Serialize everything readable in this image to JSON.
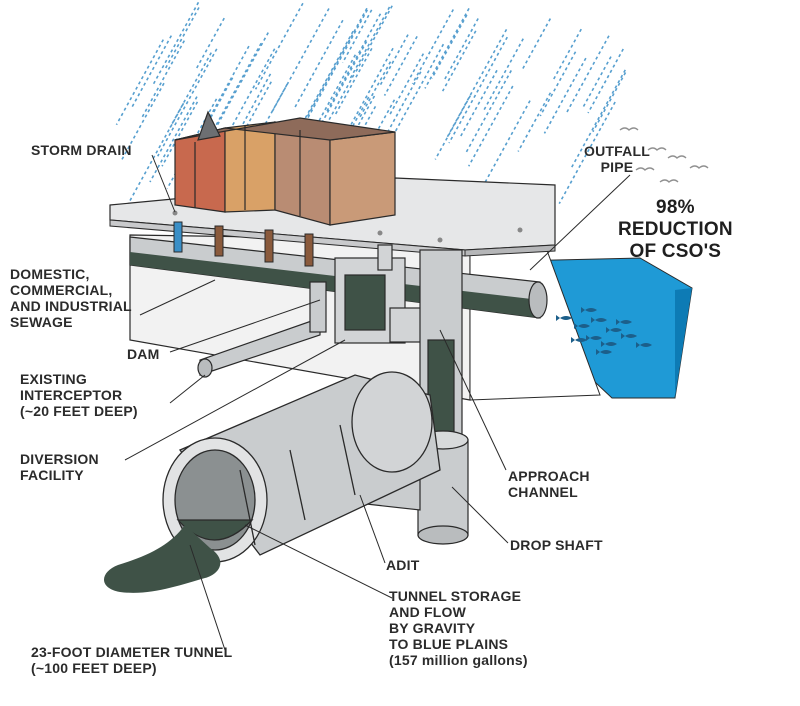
{
  "labels": {
    "storm_drain": "STORM DRAIN",
    "outfall_pipe": [
      "OUTFALL",
      "PIPE"
    ],
    "cso_reduction": [
      "98%",
      "REDUCTION",
      "OF CSO'S"
    ],
    "sewage": [
      "DOMESTIC,",
      "COMMERCIAL,",
      "AND INDUSTRIAL",
      "SEWAGE"
    ],
    "dam": "DAM",
    "existing_interceptor": [
      "EXISTING",
      "INTERCEPTOR",
      "(~20 FEET DEEP)"
    ],
    "diversion_facility": [
      "DIVERSION",
      "FACILITY"
    ],
    "approach_channel": [
      "APPROACH",
      "CHANNEL"
    ],
    "drop_shaft": "DROP SHAFT",
    "adit": "ADIT",
    "tunnel_storage": [
      "TUNNEL STORAGE",
      "AND FLOW",
      "BY GRAVITY",
      "TO BLUE PLAINS",
      "(157 million gallons)"
    ],
    "tunnel_diameter": [
      "23-FOOT DIAMETER TUNNEL",
      "(~100 FEET DEEP)"
    ]
  },
  "colors": {
    "rain": "#3a8fc7",
    "water": "#1f9ad6",
    "sewage": "#3f5247",
    "pipe": "#c9ccce",
    "slab": "#e6e7e8",
    "outline": "#2a2a2a"
  }
}
